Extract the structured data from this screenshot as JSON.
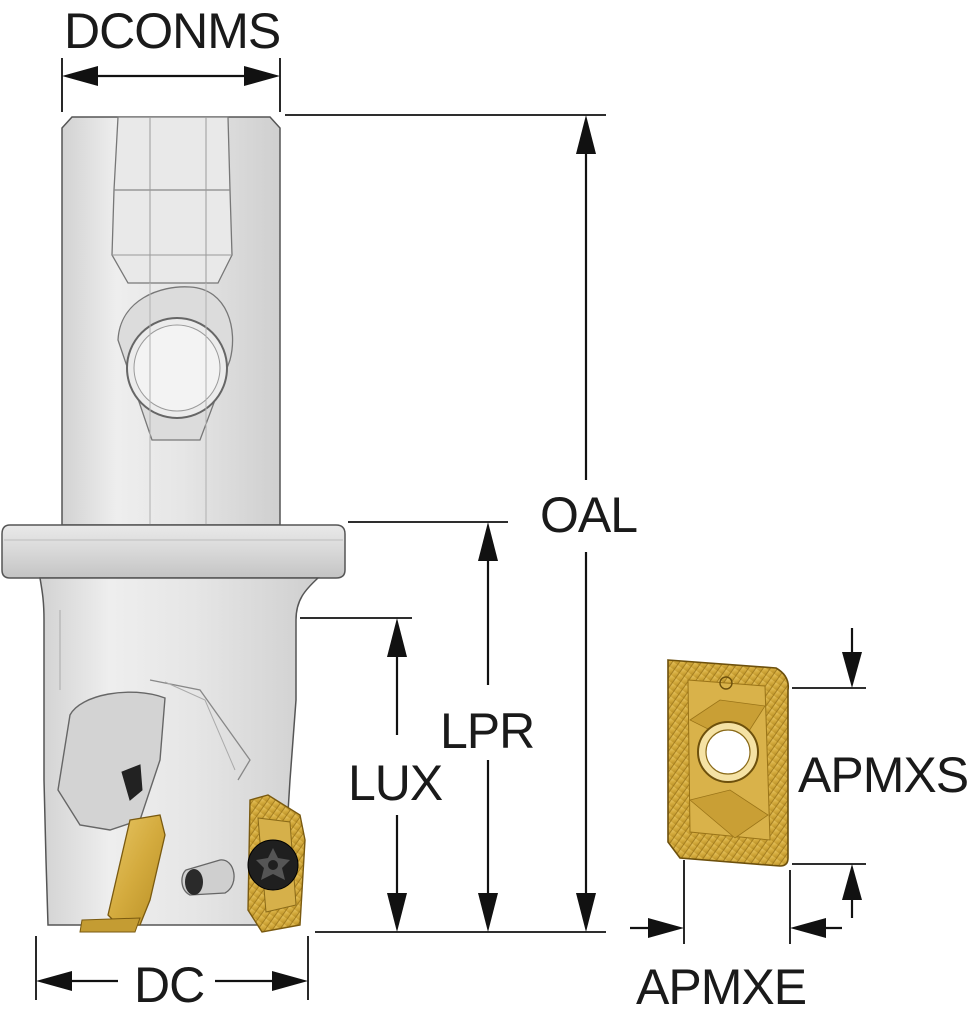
{
  "labels": {
    "dconms": "DCONMS",
    "oal": "OAL",
    "lpr": "LPR",
    "lux": "LUX",
    "dc": "DC",
    "apmxs": "APMXS",
    "apmxe": "APMXE"
  },
  "colors": {
    "tool_body": "#e4e4e4",
    "tool_shadow": "#c9c9c9",
    "insert_gold": "#d9b24a",
    "insert_dark": "#a57d1c",
    "dimension_lines": "#111111"
  }
}
